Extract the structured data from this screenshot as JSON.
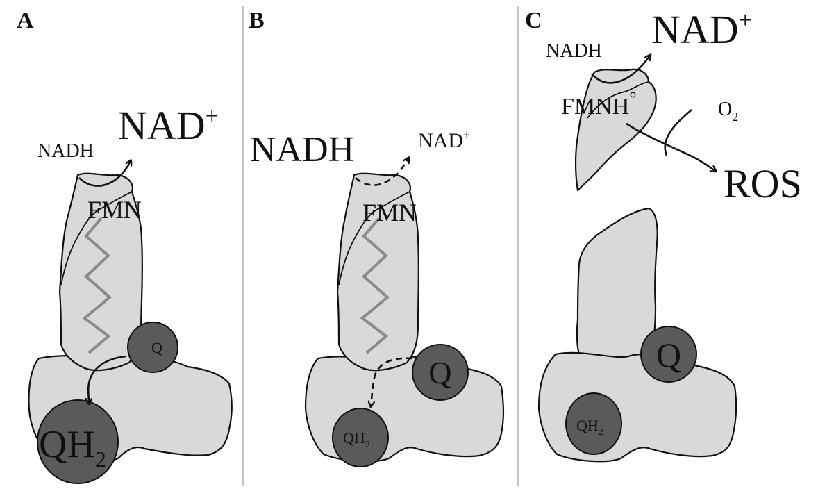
{
  "panels": [
    {
      "id": "A",
      "label": "A",
      "nadh": "NADH",
      "nad_main": "NAD",
      "nad_sup": "+",
      "fmn": "FMN",
      "q": "Q",
      "qh_main": "QH",
      "qh_sub": "2"
    },
    {
      "id": "B",
      "label": "B",
      "nadh": "NADH",
      "nad_main": "NAD",
      "nad_sup": "+",
      "fmn": "FMN",
      "q": "Q",
      "qh_main": "QH",
      "qh_sub": "2"
    },
    {
      "id": "C",
      "label": "C",
      "nadh": "NADH",
      "nad_main": "NAD",
      "nad_sup": "+",
      "fmnh": "FMNH",
      "radical_sup": "°",
      "o2_main": "O",
      "o2_sub": "2",
      "ros": "ROS",
      "q": "Q",
      "qh_main": "QH",
      "qh_sub": "2"
    }
  ]
}
